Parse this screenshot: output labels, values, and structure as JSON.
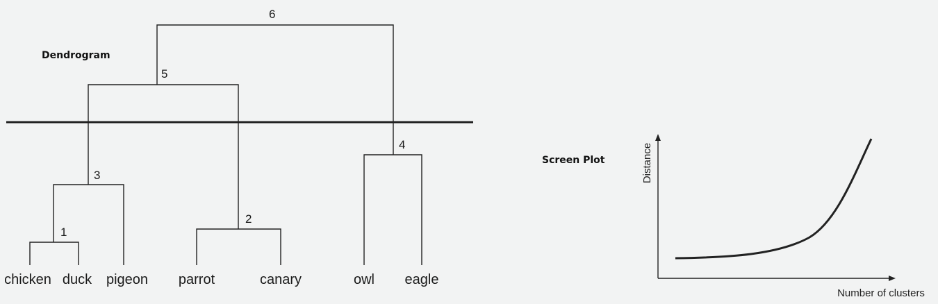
{
  "dendrogram": {
    "title": "Dendrogram",
    "leaves": [
      "chicken",
      "duck",
      "pigeon",
      "parrot",
      "canary",
      "owl",
      "eagle"
    ],
    "merges": [
      "1",
      "2",
      "3",
      "4",
      "5",
      "6"
    ]
  },
  "scree_plot": {
    "title": "Screen Plot",
    "y_axis_label": "Distance",
    "x_axis_label": "Number of clusters"
  },
  "colors": {
    "line": "#222222",
    "background": "#f2f3f3"
  }
}
